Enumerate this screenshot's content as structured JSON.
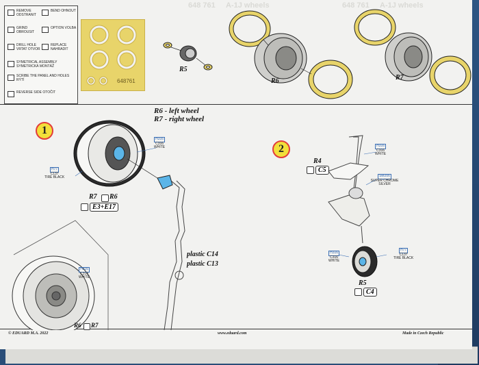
{
  "legend": [
    {
      "icon": "remove-icon",
      "text": "REMOVE ODSTRANIT"
    },
    {
      "icon": "bend-icon",
      "text": "BEND OHNOUT"
    },
    {
      "icon": "grind-icon",
      "text": "GRIND OBROUSIT"
    },
    {
      "icon": "option-icon",
      "text": "OPTION VOLBA"
    },
    {
      "icon": "drill-hole-icon",
      "text": "DRILL HOLE VRTAT OTVOR"
    },
    {
      "icon": "replace-icon",
      "text": "REPLACE NAHRADIT"
    },
    {
      "icon": "symmetrical-icon",
      "text": "SYMETRICAL ASSEMBLY SYMETRICKÁ MONTÁŽ"
    },
    {
      "icon": "scribe-icon",
      "text": "SCRIBE THE PANEL AND HOLES RÝTÍ"
    },
    {
      "icon": "reverse-icon",
      "text": "REVERSE SIDE OTOČIT"
    }
  ],
  "fret_code": "648761",
  "top_parts": {
    "r5": "R5",
    "r6": "R6",
    "r7": "R7"
  },
  "step1": {
    "number": "1",
    "title_left": "R6 - left wheel",
    "title_right": "R7 - right wheel",
    "paint_h316_code": "H316",
    "paint_h316_c": "C316",
    "paint_h316_name": "WHITE",
    "paint_h77_code": "H77",
    "paint_h77_c": "C137",
    "paint_h77_name": "TIRE BLACK",
    "label_r7": "R7",
    "label_r6": "R6",
    "decal_part": "E3+E17",
    "plastic_c14": "plastic C14",
    "plastic_c13": "plastic C13",
    "inset_paint_code": "H316",
    "inset_paint_c": "C316",
    "inset_paint_name": "WHITE",
    "inset_label_r6": "R6",
    "inset_label_r7": "R7"
  },
  "step2": {
    "number": "2",
    "label_r4": "R4",
    "part_c5": "C5",
    "paint_h316_code": "H316",
    "paint_h316_c": "C316",
    "paint_h316_name": "WHITE",
    "paint_sm_code": "SM206",
    "paint_sm_name": "SUPER CHROME SILVER",
    "wheel_h316_code": "H316",
    "wheel_h316_c": "C316",
    "wheel_h316_name": "WHITE",
    "wheel_h77_code": "H77",
    "wheel_h77_c": "C137",
    "wheel_h77_name": "TIRE BLACK",
    "label_r5": "R5",
    "part_c4": "C4"
  },
  "footer": {
    "copyright": "© EDUARD  M.A. 2022",
    "url": "www.eduard.com",
    "made_in": "Made in Czech Republic"
  },
  "ghost_text": {
    "a": "648 761",
    "b": "A-1J wheels",
    "c": "648 761",
    "d": "A-1J wheels"
  },
  "colors": {
    "fret": "#e8d46a",
    "paint_blue": "#3b6fb5",
    "step_ring": "#e23b3b",
    "step_fill": "#f2df3a",
    "tire": "#2b2b2b",
    "hub_blue": "#5bb5e8",
    "background": "#2a4d78"
  }
}
